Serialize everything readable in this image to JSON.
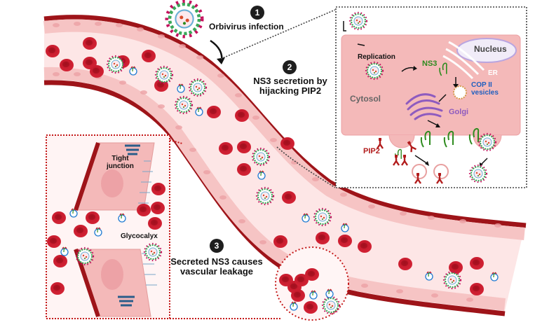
{
  "figure": {
    "title": "Orbivirus NS3-mediated vascular leakage mechanism",
    "steps": [
      {
        "number": "1",
        "label": "Orbivirus infection"
      },
      {
        "number": "2",
        "label_line1": "NS3 secretion by",
        "label_line2": "hijacking PIP2"
      },
      {
        "number": "3",
        "label_line1": "Secreted NS3 causes",
        "label_line2": "vascular leakage"
      }
    ]
  },
  "cell_panel": {
    "labels": {
      "replication": "Replication",
      "ns3": "NS3",
      "nucleus": "Nucleus",
      "er": "ER",
      "cop_line1": "COP II",
      "cop_line2": "vesicles",
      "cytosol": "Cytosol",
      "golgi": "Golgi",
      "pip2": "PIP2"
    }
  },
  "inset_panel": {
    "labels": {
      "tight_line1": "Tight",
      "tight_line2": "junction",
      "glycocalyx": "Glycocalyx"
    }
  },
  "colors": {
    "vessel_wall": "#9e1419",
    "endothelium": "#f6c4c4",
    "lumen": "#fde6e6",
    "rbc": "#c4182a",
    "cell_body": "#f4b9b9",
    "ns3_green": "#2e8b1e",
    "cop_blue": "#1f5fbf",
    "golgi_purple": "#8e5bbf",
    "pip2_red": "#b21c1c",
    "nucleus_fill": "#f1ecf8",
    "nucleus_stroke": "#b9a5e0"
  }
}
